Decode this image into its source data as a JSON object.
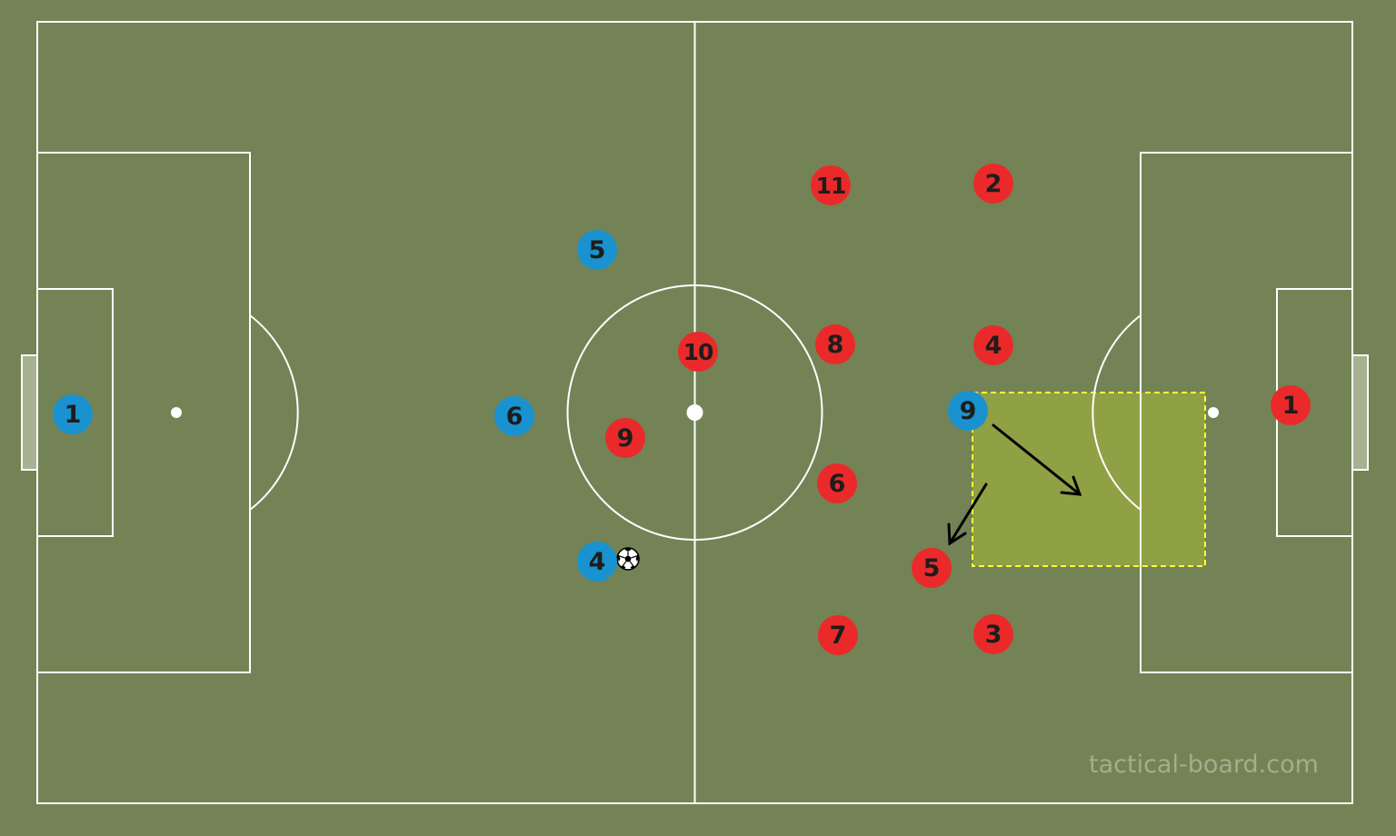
{
  "board": {
    "colors": {
      "grass": "#738355",
      "lines": "#ffffff",
      "red_team": "#ea2a2a",
      "blue_team": "#1a92cf",
      "highlight_zone": "#a3b43a",
      "zone_border": "#ffff33"
    }
  },
  "red_players": [
    {
      "number": "11"
    },
    {
      "number": "2"
    },
    {
      "number": "10"
    },
    {
      "number": "8"
    },
    {
      "number": "4"
    },
    {
      "number": "9"
    },
    {
      "number": "6"
    },
    {
      "number": "5"
    },
    {
      "number": "7"
    },
    {
      "number": "3"
    },
    {
      "number": "1"
    }
  ],
  "blue_players": [
    {
      "number": "1"
    },
    {
      "number": "5"
    },
    {
      "number": "6"
    },
    {
      "number": "4"
    },
    {
      "number": "9"
    }
  ],
  "ball": {
    "icon": "soccer-ball-icon"
  },
  "watermark": "tactical-board.com"
}
